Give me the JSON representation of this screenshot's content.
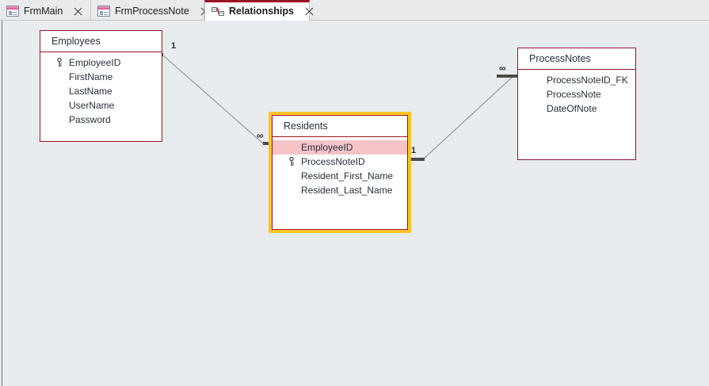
{
  "window": {
    "title": "Relationships",
    "canvas_bg": "#e8ecef",
    "accent": "#9b1127",
    "selection_color": "#ffc526",
    "highlight_color": "#f6c3c7"
  },
  "tabs": [
    {
      "label": "FrmMain",
      "icon": "form-icon",
      "active": false,
      "close_label": "Close"
    },
    {
      "label": "FrmProcessNote",
      "icon": "form-icon",
      "active": false,
      "close_label": "Close"
    },
    {
      "label": "Relationships",
      "icon": "relationships-icon",
      "active": true,
      "close_label": "Close"
    }
  ],
  "tables": [
    {
      "name": "Employees",
      "selected": false,
      "fields": [
        {
          "name": "EmployeeID",
          "key": true,
          "highlighted": false
        },
        {
          "name": "FirstName",
          "key": false,
          "highlighted": false
        },
        {
          "name": "LastName",
          "key": false,
          "highlighted": false
        },
        {
          "name": "UserName",
          "key": false,
          "highlighted": false
        },
        {
          "name": "Password",
          "key": false,
          "highlighted": false
        }
      ]
    },
    {
      "name": "Residents",
      "selected": true,
      "fields": [
        {
          "name": "EmployeeID",
          "key": false,
          "highlighted": true
        },
        {
          "name": "ProcessNoteID",
          "key": true,
          "highlighted": false
        },
        {
          "name": "Resident_First_Name",
          "key": false,
          "highlighted": false
        },
        {
          "name": "Resident_Last_Name",
          "key": false,
          "highlighted": false
        }
      ]
    },
    {
      "name": "ProcessNotes",
      "selected": false,
      "fields": [
        {
          "name": "ProcessNoteID_FK",
          "key": false,
          "highlighted": false
        },
        {
          "name": "ProcessNote",
          "key": false,
          "highlighted": false
        },
        {
          "name": "DateOfNote",
          "key": false,
          "highlighted": false
        }
      ]
    }
  ],
  "relationships": [
    {
      "from_table": "Employees",
      "from_cardinality": "1",
      "to_table": "Residents",
      "to_cardinality": "∞"
    },
    {
      "from_table": "Residents",
      "from_cardinality": "1",
      "to_table": "ProcessNotes",
      "to_cardinality": "∞"
    }
  ]
}
